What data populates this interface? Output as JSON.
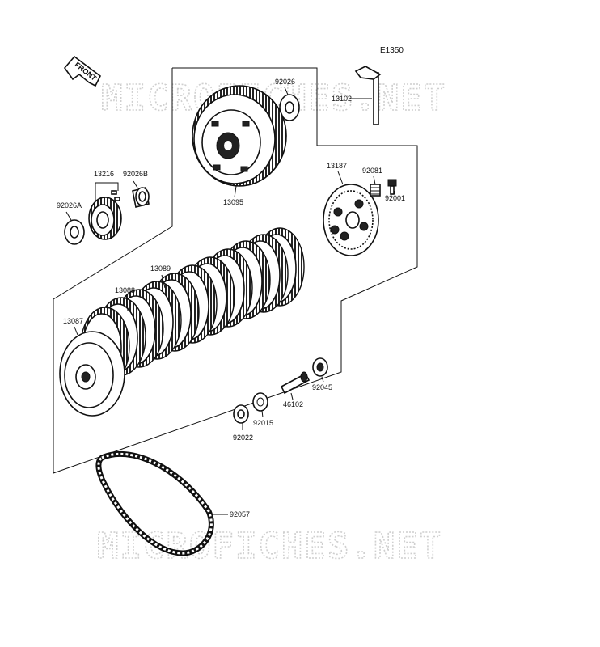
{
  "diagram_code": "E1350",
  "front_arrow_label": "FRONT",
  "watermark_text": "MICROFICHES.NET",
  "labels": {
    "p92026": "92026",
    "p13102": "13102",
    "p13095": "13095",
    "p13216": "13216",
    "p92026B": "92026B",
    "p92026A": "92026A",
    "p13187": "13187",
    "p92081": "92081",
    "p92001": "92001",
    "p13089": "13089",
    "p13088": "13088",
    "p13087": "13087",
    "p92045": "92045",
    "p46102": "46102",
    "p92015": "92015",
    "p92022": "92022",
    "p92057": "92057"
  }
}
